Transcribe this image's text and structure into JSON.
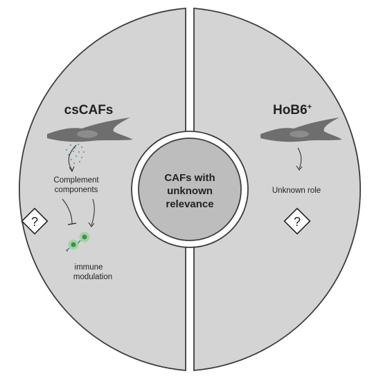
{
  "colors": {
    "panel": "#d4d4d4",
    "panel_stroke": "#3c3c3c",
    "center": "#bdbdbd",
    "cell": "#6e6e6e",
    "nucleus": "#8c8c8c",
    "dots": "#6aa6b8",
    "immune_cell": "#a2d39e",
    "immune_core": "#3e8f56",
    "receptor": "#2f5f8f"
  },
  "left": {
    "title": "csCAFs",
    "complement_line1": "Complement",
    "complement_line2": "components",
    "immune_line1": "immune",
    "immune_line2": "modulation",
    "cell_icon": "fibroblast-icon",
    "unknown_icon": "question-diamond-icon",
    "immune_icon": "immune-cell-icon"
  },
  "right": {
    "title": "HoB6",
    "title_sup": "+",
    "role": "Unknown role",
    "cell_icon": "fibroblast-icon",
    "unknown_icon": "question-diamond-icon"
  },
  "center": {
    "line1": "CAFs with",
    "line2": "unknown",
    "line3": "relevance"
  },
  "question_glyph": "?"
}
